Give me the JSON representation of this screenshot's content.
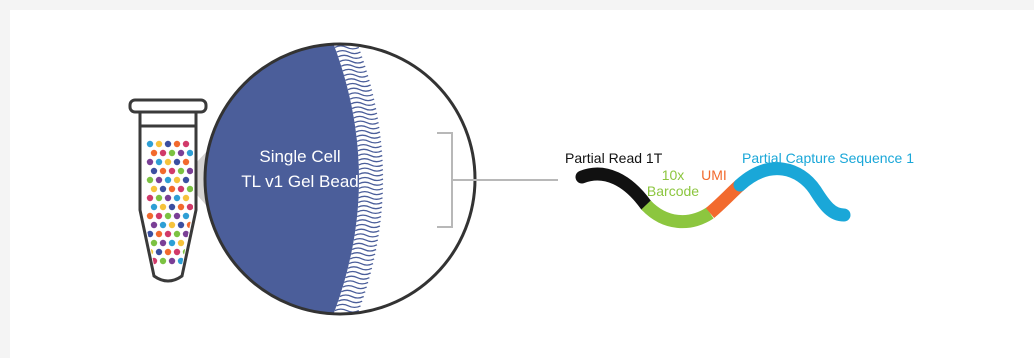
{
  "bead": {
    "label_line1": "Single Cell",
    "label_line2": "TL v1 Gel Bead"
  },
  "oligo": {
    "read_label": "Partial Read 1T",
    "barcode_line1": "10x",
    "barcode_line2": "Barcode",
    "umi_label": "UMI",
    "capture_label": "Partial Capture Sequence 1"
  },
  "colors": {
    "bead_fill": "#4b5e9a",
    "read": "#111111",
    "barcode": "#8cc63f",
    "umi": "#f26a2e",
    "capture": "#1aa7d8",
    "callout": "#d5d3d2",
    "bracket": "#b8b8b8",
    "tube_outline": "#3a3a3a",
    "dot_colors": [
      "#2e9fd5",
      "#7cc242",
      "#f26a2e",
      "#f6c33b",
      "#7a3f96",
      "#d13a6a",
      "#3b4fa0"
    ]
  }
}
